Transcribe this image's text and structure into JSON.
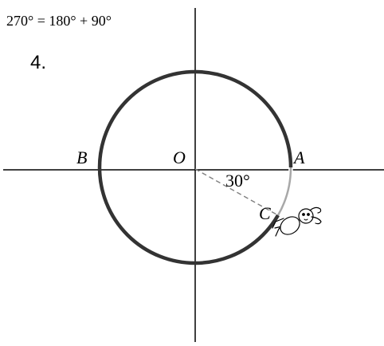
{
  "top_text": "270° = 180° + 90°",
  "problem_number": "4.",
  "labels": {
    "A": "A",
    "B": "B",
    "O": "O",
    "C": "C"
  },
  "angle_label": "30°",
  "colors": {
    "circle": "#333333",
    "arc_highlight": "#a8a8a8",
    "dashed_radius": "#808080",
    "axes": "#000000"
  }
}
